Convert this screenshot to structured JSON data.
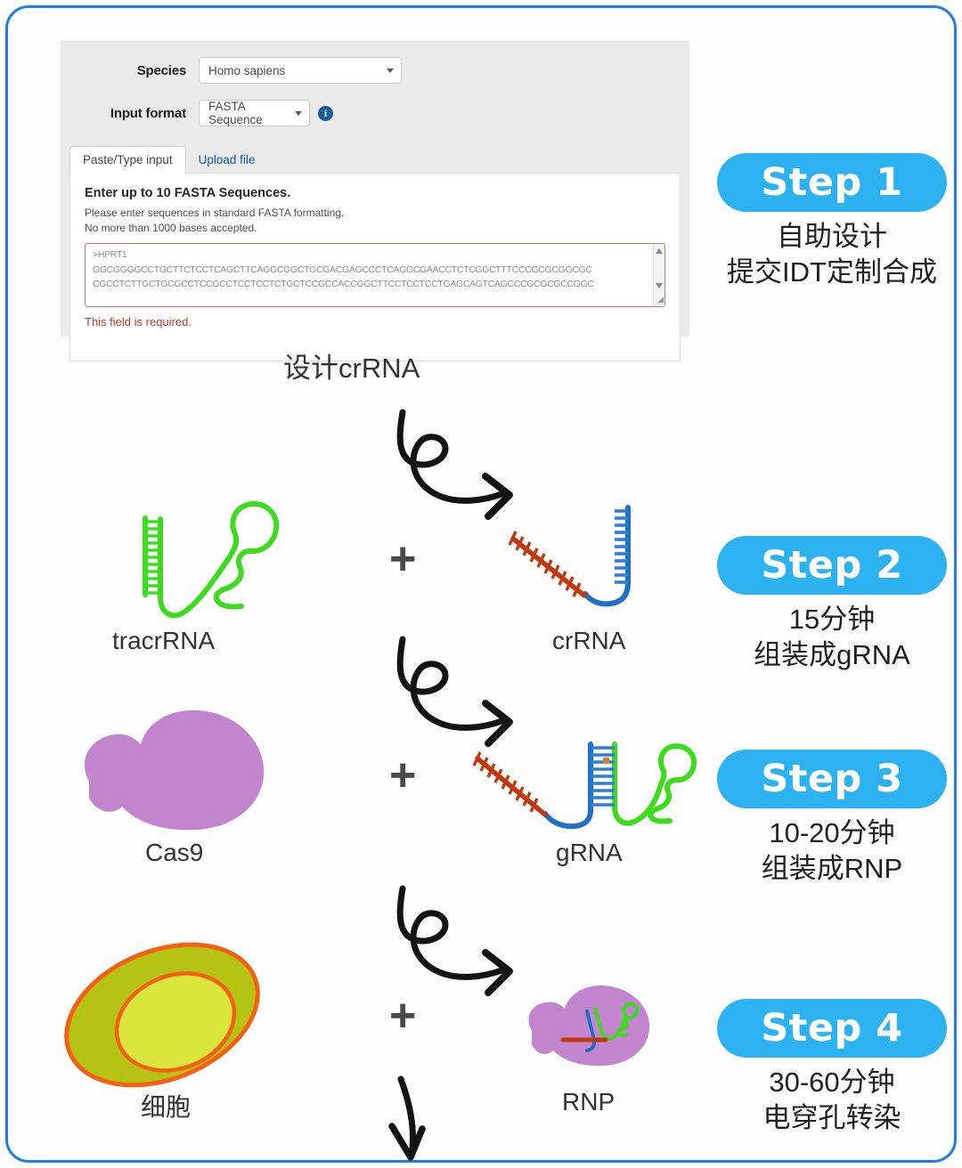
{
  "frame": {
    "border_color": "#1f7bee"
  },
  "idt_form": {
    "species_label": "Species",
    "species_value": "Homo sapiens",
    "input_format_label": "Input format",
    "input_format_value": "FASTA Sequence",
    "info_icon": "info-icon",
    "tabs": [
      {
        "label": "Paste/Type input",
        "active": true
      },
      {
        "label": "Upload file",
        "active": false
      }
    ],
    "hint_main": "Enter up to 10 FASTA Sequences.",
    "hint_sub_1": "Please enter sequences in standard FASTA formatting.",
    "hint_sub_2": "No more than 1000 bases accepted.",
    "sequence_text": ">HPRT1\nGGCGGGGCCTGCTTCTCCTCAGCTTCAGGCGGCTGCGACGAGCCCTCAGGCGAACCTCTCGGCTTTCCCGCGCGGCGC\nCGCCTCTTGCTGCGCCTCCGCCTCCTCCTCTGCTCCGCCACCGGCTTCCTCCTCCTGAGCAGTCAGCCCGCGCGCCGGC",
    "error_message": "This field is required."
  },
  "diagram": {
    "design_label": "设计crRNA",
    "tracrrna_label": "tracrRNA",
    "crrna_label": "crRNA",
    "cas9_label": "Cas9",
    "grna_label": "gRNA",
    "cell_label": "细胞",
    "rnp_label": "RNP",
    "plus_symbol": "+",
    "colors": {
      "tracrrna_green": "#3ddb1e",
      "crrna_red": "#c1380f",
      "crrna_blue": "#1f6fc4",
      "cas9_purple": "#c285cd",
      "cell_body": "#b5c314",
      "cell_outline": "#f45f12",
      "cell_nucleus": "#dbe63c",
      "arrow_black": "#131313"
    }
  },
  "steps": [
    {
      "badge": "Step 1",
      "desc": "自助设计\n提交IDT定制合成"
    },
    {
      "badge": "Step 2",
      "desc": "15分钟\n组装成gRNA"
    },
    {
      "badge": "Step 3",
      "desc": "10-20分钟\n组装成RNP"
    },
    {
      "badge": "Step 4",
      "desc": "30-60分钟\n电穿孔转染"
    }
  ]
}
